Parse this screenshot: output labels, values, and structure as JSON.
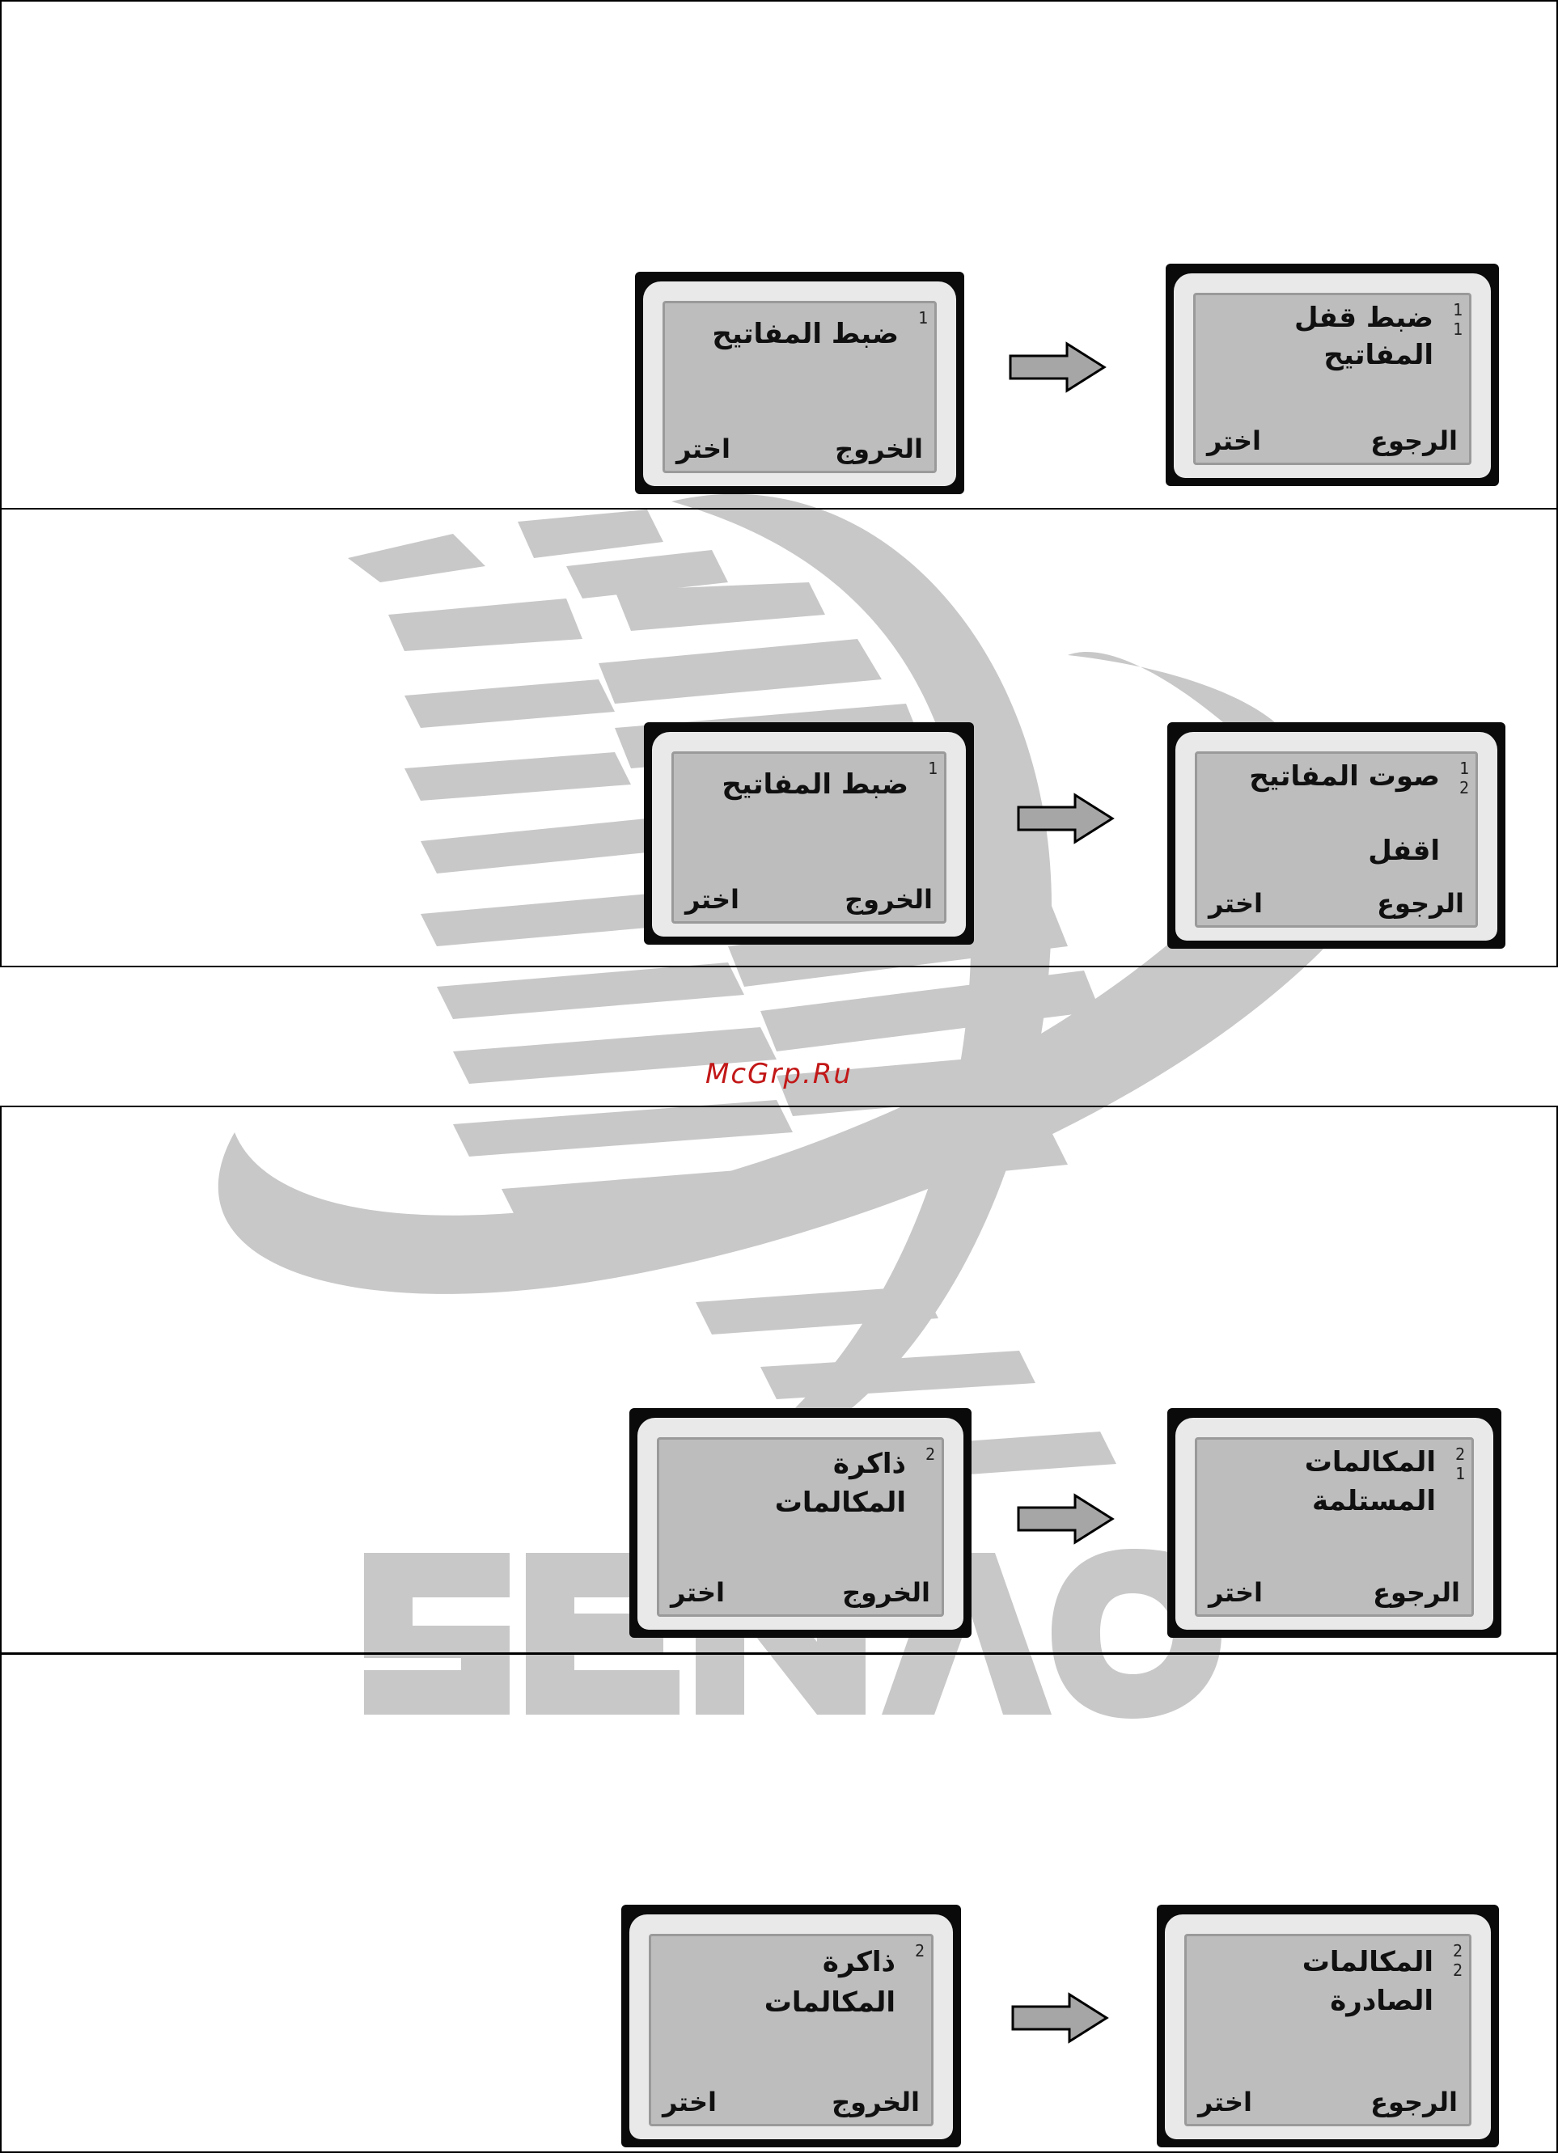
{
  "watermark": {
    "brand": "SENAO"
  },
  "site_label": "McGrp.Ru",
  "colors": {
    "arrow_fill": "#a6a6a6",
    "watermark": "#c8c8c8",
    "site_label": "#c21818"
  },
  "screens": [
    {
      "index": "1",
      "lines": [
        "ضبط المفاتيح"
      ],
      "soft_right": "الخروج",
      "soft_left": "اختر"
    },
    {
      "index": "1\n1",
      "lines": [
        "ضبط قفل",
        "المفاتيح"
      ],
      "soft_right": "الرجوع",
      "soft_left": "اختر"
    },
    {
      "index": "1",
      "lines": [
        "ضبط المفاتيح"
      ],
      "soft_right": "الخروج",
      "soft_left": "اختر"
    },
    {
      "index": "1\n2",
      "lines": [
        "صوت المفاتيح",
        "",
        "اقفل"
      ],
      "soft_right": "الرجوع",
      "soft_left": "اختر"
    },
    {
      "index": "2",
      "lines": [
        "ذاكرة",
        "المكالمات"
      ],
      "soft_right": "الخروج",
      "soft_left": "اختر"
    },
    {
      "index": "2\n1",
      "lines": [
        "المكالمات",
        "المستلمة"
      ],
      "soft_right": "الرجوع",
      "soft_left": "اختر"
    },
    {
      "index": "2",
      "lines": [
        "ذاكرة",
        "المكالمات"
      ],
      "soft_right": "الخروج",
      "soft_left": "اختر"
    },
    {
      "index": "2\n2",
      "lines": [
        "المكالمات",
        "الصادرة"
      ],
      "soft_right": "الرجوع",
      "soft_left": "اختر"
    }
  ],
  "arrow_icon": "right-arrow-icon"
}
